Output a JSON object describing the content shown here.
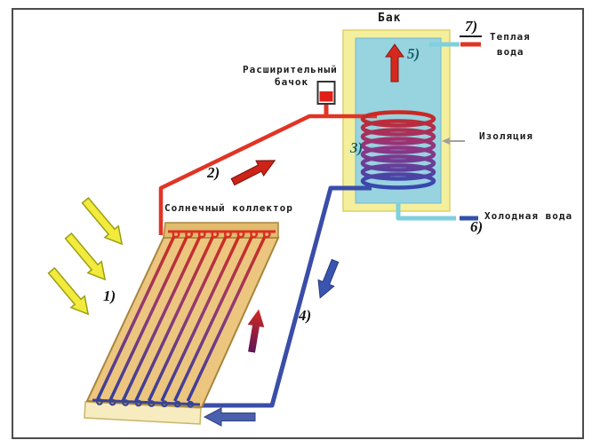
{
  "figure": {
    "type": "solar-water-heating-system-schematic",
    "labels": {
      "tank": "Бак",
      "expansion_tank_line1": "Расширительный",
      "expansion_tank_line2": "бачок",
      "collector": "Солнечный коллектор",
      "warm_water_line1": "Теплая",
      "warm_water_line2": "вода",
      "insulation": "Изоляция",
      "cold_water": "Холодная вода"
    },
    "markers": {
      "sun_rays": "1)",
      "hot_pipe": "2)",
      "coil": "3)",
      "return_pipe": "4)",
      "tank_convection": "5)",
      "cold_inlet": "6)",
      "warm_outlet": "7)"
    },
    "colors": {
      "hot_pipe_red": "#e13424",
      "return_pipe_blue": "#3a4da8",
      "supply_pipe_cyan": "#7fd0de",
      "insulation_yellow": "#f4ef9c",
      "tank_water_blue": "#98d3e0",
      "panel_tan": "#ecc67e",
      "sun_ray_yellow": "#f2ea3c",
      "marker_teal": "#14606a",
      "frame_gray": "#4c4c4c"
    }
  }
}
